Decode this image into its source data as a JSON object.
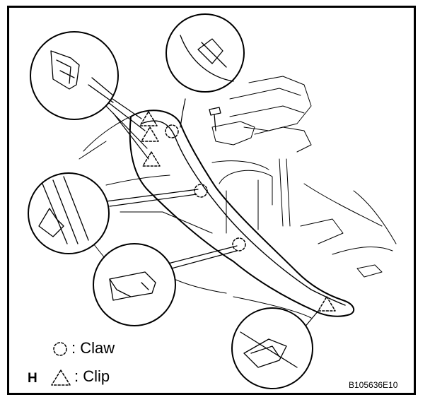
{
  "legend": {
    "claw_label": ": Claw",
    "clip_label": ": Clip",
    "prefix": "H"
  },
  "figure_code": "B105636E10",
  "colors": {
    "line": "#000000",
    "background": "#ffffff"
  }
}
